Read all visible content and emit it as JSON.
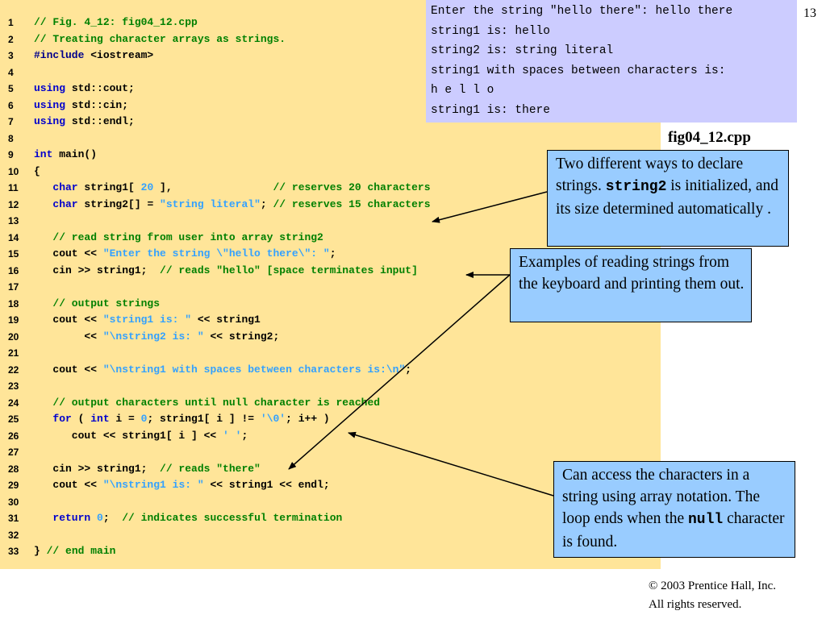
{
  "page_number": "13",
  "file_label": "fig04_12.cpp",
  "code_lines": [
    {
      "n": "1",
      "parts": [
        {
          "t": "// Fig. 4_12: fig04_12.cpp",
          "k": "comment"
        }
      ]
    },
    {
      "n": "2",
      "parts": [
        {
          "t": "// Treating character arrays as strings.",
          "k": "comment"
        }
      ]
    },
    {
      "n": "3",
      "parts": [
        {
          "t": "#include",
          "k": "directive"
        },
        {
          "t": " <iostream>",
          "k": "plain"
        }
      ]
    },
    {
      "n": "4",
      "parts": []
    },
    {
      "n": "5",
      "parts": [
        {
          "t": "using",
          "k": "keyword"
        },
        {
          "t": " std::cout;",
          "k": "plain"
        }
      ]
    },
    {
      "n": "6",
      "parts": [
        {
          "t": "using",
          "k": "keyword"
        },
        {
          "t": " std::cin;",
          "k": "plain"
        }
      ]
    },
    {
      "n": "7",
      "parts": [
        {
          "t": "using",
          "k": "keyword"
        },
        {
          "t": " std::endl;",
          "k": "plain"
        }
      ]
    },
    {
      "n": "8",
      "parts": []
    },
    {
      "n": "9",
      "parts": [
        {
          "t": "int",
          "k": "keyword"
        },
        {
          "t": " main()",
          "k": "plain"
        }
      ]
    },
    {
      "n": "10",
      "parts": [
        {
          "t": "{",
          "k": "plain"
        }
      ]
    },
    {
      "n": "11",
      "parts": [
        {
          "t": "   ",
          "k": "plain"
        },
        {
          "t": "char",
          "k": "keyword"
        },
        {
          "t": " string1[ ",
          "k": "plain"
        },
        {
          "t": "20",
          "k": "string"
        },
        {
          "t": " ],                ",
          "k": "plain"
        },
        {
          "t": "// reserves 20 characters",
          "k": "comment"
        }
      ]
    },
    {
      "n": "12",
      "parts": [
        {
          "t": "   ",
          "k": "plain"
        },
        {
          "t": "char",
          "k": "keyword"
        },
        {
          "t": " string2[] = ",
          "k": "plain"
        },
        {
          "t": "\"string literal\"",
          "k": "string"
        },
        {
          "t": "; ",
          "k": "plain"
        },
        {
          "t": "// reserves 15 characters",
          "k": "comment"
        }
      ]
    },
    {
      "n": "13",
      "parts": []
    },
    {
      "n": "14",
      "parts": [
        {
          "t": "   ",
          "k": "plain"
        },
        {
          "t": "// read string from user into array string2",
          "k": "comment"
        }
      ]
    },
    {
      "n": "15",
      "parts": [
        {
          "t": "   cout << ",
          "k": "plain"
        },
        {
          "t": "\"Enter the string \\\"hello there\\\": \"",
          "k": "string"
        },
        {
          "t": ";",
          "k": "plain"
        }
      ]
    },
    {
      "n": "16",
      "parts": [
        {
          "t": "   cin >> string1;  ",
          "k": "plain"
        },
        {
          "t": "// reads \"hello\" [space terminates input]",
          "k": "comment"
        }
      ]
    },
    {
      "n": "17",
      "parts": []
    },
    {
      "n": "18",
      "parts": [
        {
          "t": "   ",
          "k": "plain"
        },
        {
          "t": "// output strings",
          "k": "comment"
        }
      ]
    },
    {
      "n": "19",
      "parts": [
        {
          "t": "   cout << ",
          "k": "plain"
        },
        {
          "t": "\"string1 is: \"",
          "k": "string"
        },
        {
          "t": " << string1",
          "k": "plain"
        }
      ]
    },
    {
      "n": "20",
      "parts": [
        {
          "t": "        << ",
          "k": "plain"
        },
        {
          "t": "\"\\nstring2 is: \"",
          "k": "string"
        },
        {
          "t": " << string2;",
          "k": "plain"
        }
      ]
    },
    {
      "n": "21",
      "parts": []
    },
    {
      "n": "22",
      "parts": [
        {
          "t": "   cout << ",
          "k": "plain"
        },
        {
          "t": "\"\\nstring1 with spaces between characters is:\\n\"",
          "k": "string"
        },
        {
          "t": ";",
          "k": "plain"
        }
      ]
    },
    {
      "n": "23",
      "parts": []
    },
    {
      "n": "24",
      "parts": [
        {
          "t": "   ",
          "k": "plain"
        },
        {
          "t": "// output characters until null character is reached",
          "k": "comment"
        }
      ]
    },
    {
      "n": "25",
      "parts": [
        {
          "t": "   ",
          "k": "plain"
        },
        {
          "t": "for",
          "k": "keyword"
        },
        {
          "t": " ( ",
          "k": "plain"
        },
        {
          "t": "int",
          "k": "keyword"
        },
        {
          "t": " i = ",
          "k": "plain"
        },
        {
          "t": "0",
          "k": "string"
        },
        {
          "t": "; string1[ i ] != ",
          "k": "plain"
        },
        {
          "t": "'\\0'",
          "k": "string"
        },
        {
          "t": "; i++ )",
          "k": "plain"
        }
      ]
    },
    {
      "n": "26",
      "parts": [
        {
          "t": "      cout << string1[ i ] << ",
          "k": "plain"
        },
        {
          "t": "' '",
          "k": "string"
        },
        {
          "t": ";",
          "k": "plain"
        }
      ]
    },
    {
      "n": "27",
      "parts": []
    },
    {
      "n": "28",
      "parts": [
        {
          "t": "   cin >> string1;  ",
          "k": "plain"
        },
        {
          "t": "// reads \"there\"",
          "k": "comment"
        }
      ]
    },
    {
      "n": "29",
      "parts": [
        {
          "t": "   cout << ",
          "k": "plain"
        },
        {
          "t": "\"\\nstring1 is: \"",
          "k": "string"
        },
        {
          "t": " << string1 << endl;",
          "k": "plain"
        }
      ]
    },
    {
      "n": "30",
      "parts": []
    },
    {
      "n": "31",
      "parts": [
        {
          "t": "   ",
          "k": "plain"
        },
        {
          "t": "return",
          "k": "keyword"
        },
        {
          "t": " ",
          "k": "plain"
        },
        {
          "t": "0",
          "k": "string"
        },
        {
          "t": ";  ",
          "k": "plain"
        },
        {
          "t": "// indicates successful termination",
          "k": "comment"
        }
      ]
    },
    {
      "n": "32",
      "parts": []
    },
    {
      "n": "33",
      "parts": [
        {
          "t": "} ",
          "k": "plain"
        },
        {
          "t": "// end main",
          "k": "comment"
        }
      ]
    }
  ],
  "output_lines": [
    "Enter the string \"hello there\": hello there",
    "string1 is: hello",
    "string2 is: string literal",
    "string1 with spaces between characters is:",
    "h e l l o",
    "string1 is: there"
  ],
  "callouts": {
    "declare": {
      "text_before": "Two different ways to declare strings. ",
      "code": "string2",
      "text_after": " is initialized, and its size determined automatically ."
    },
    "reading": {
      "text": "Examples of reading strings from the keyboard and printing them out."
    },
    "array": {
      "text_before": "Can access the characters in a string using array notation. The loop ends when the ",
      "code": "null",
      "text_after": " character is found."
    }
  },
  "copyright": {
    "line1": "© 2003 Prentice Hall, Inc.",
    "line2": "All rights reserved."
  },
  "colors": {
    "code_background": "#ffe599",
    "output_background": "#ccccff",
    "callout_background": "#99ccff",
    "comment": "#008000",
    "keyword": "#0000cc",
    "string": "#33a1ff"
  }
}
